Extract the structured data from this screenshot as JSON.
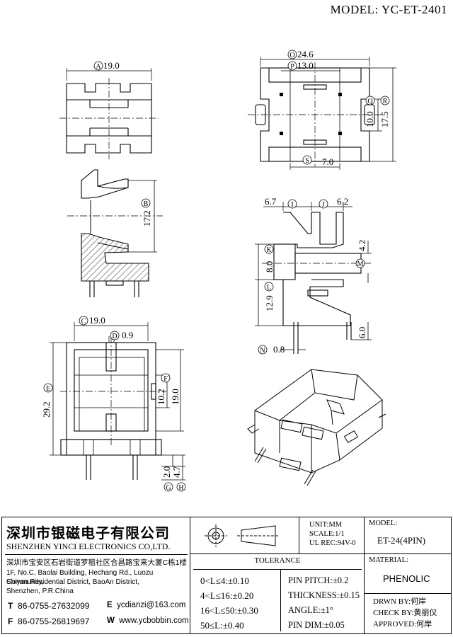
{
  "header": {
    "model_title": "MODEL: YC-ET-2401"
  },
  "dimensions": {
    "A": "19.0",
    "O": "24.6",
    "P": "13.0",
    "Q": "10.0",
    "R": "17.5",
    "S": "7.0",
    "B": "17.2",
    "I": "6.7",
    "J": "6.2",
    "K": "8.0",
    "L": "12.9",
    "M": "4.2",
    "N": "0.8",
    "C": "19.0",
    "D": "0.9",
    "E": "29.2",
    "F": "10.2",
    "Fb": "19.0",
    "G": "2.0",
    "H": "4.7",
    "six": "6.0"
  },
  "labels": {
    "A": "A",
    "O": "O",
    "P": "P",
    "Q": "Q",
    "R": "R",
    "S": "S",
    "B": "B",
    "I": "I",
    "J": "J",
    "K": "K",
    "L": "L",
    "M": "M",
    "N": "N",
    "C": "C",
    "D": "D",
    "E": "E",
    "F": "F",
    "G": "G",
    "H": "H"
  },
  "title_block": {
    "company_cn": "深圳市银磁电子有限公司",
    "company_en": "SHENZHEN YINCI ELECTRONICS CO,LTD.",
    "address_cn": "深圳市宝安区石岩街道罗租社区合昌路宝来大厦C栋1楼",
    "address_en": [
      "1F, No.C, Baolai Building, Hechang Rd., Luozu Community,",
      "Shiyan Residential District, BaoAn District,",
      "Shenzhen, P.R.China"
    ],
    "tel_key": "T",
    "tel": "86-0755-27632099",
    "fax_key": "F",
    "fax": "86-0755-26819697",
    "email_key": "E",
    "email": "ycdianzi@163.com",
    "web_key": "W",
    "web": "www.ycbobbin.com",
    "unit": "UNIT:MM",
    "scale": "SCALE:1/1",
    "ul_rec": "UL REC:94V-0",
    "model_label": "MODEL:",
    "model_value": "ET-24(4PIN)",
    "material_label": "MATERIAL:",
    "material_value": "PHENOLIC",
    "tolerance_title": "TOLERANCE",
    "tolerances": [
      "0<L≤4:±0.10",
      "4<L≤16:±0.20",
      "16<L≤50:±0.30",
      "50≤L:±0.40"
    ],
    "specs": [
      "PIN PITCH:±0.2",
      "THICKNESS:±0.15",
      "ANGLE:±1°",
      "PIN DIM:±0.05"
    ],
    "drawn_by": "DRWN BY:何岸",
    "check_by": "CHECK BY:黄丽仪",
    "approved": "APPROVED:何岸"
  }
}
